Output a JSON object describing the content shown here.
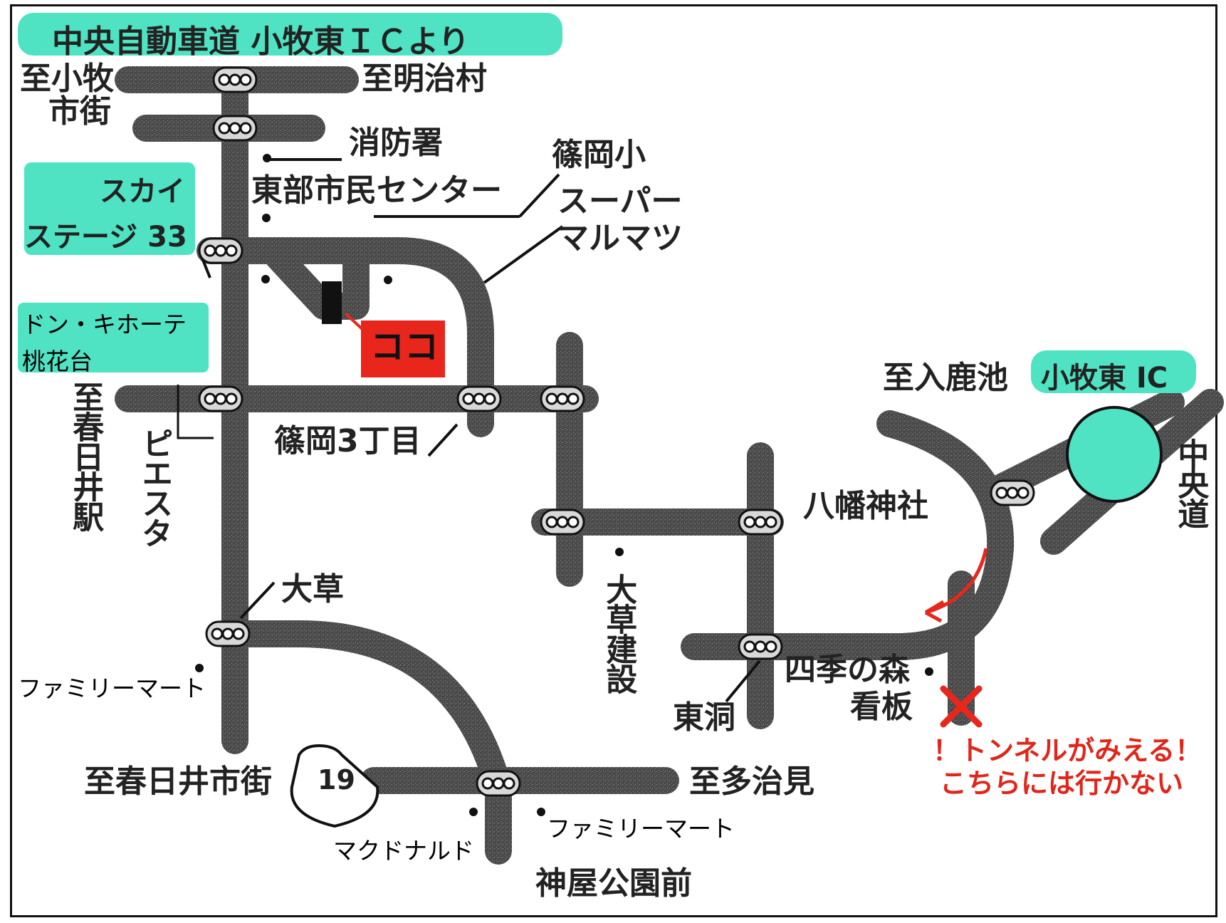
{
  "title": "中央自動車道 小牧東ＩＣより",
  "colors": {
    "accent": "#4fe3c4",
    "marker": "#e8261c",
    "road": "#4a4a4a"
  },
  "markers": {
    "here": "ココ",
    "interchange": "小牧東 IC",
    "route_shield": "19"
  },
  "landmarks": {
    "sky_stage_line1": "スカイ",
    "sky_stage_line2": "ステージ 33",
    "donki_line1": "ドン・キホーテ",
    "donki_line2": "桃花台",
    "shobosho": "消防署",
    "tobu_center": "東部市民センター",
    "shinooka_sho": "篠岡小",
    "super_line1": "スーパー",
    "super_line2": "マルマツ",
    "shinooka3": "篠岡3丁目",
    "piesta": "ピエスタ",
    "hachiman": "八幡神社",
    "okusa_kensetsu": "大草建設",
    "okusa": "大草",
    "familymart_1": "ファミリーマート",
    "familymart_2": "ファミリーマート",
    "mcdonalds": "マクドナルド",
    "kamiya_park": "神屋公園前",
    "shiki_line1": "四季の森",
    "shiki_line2": "看板",
    "higashibora": "東洞"
  },
  "directions": {
    "komaki_city_line1": "至小牧",
    "komaki_city_line2": "市街",
    "meiji_mura": "至明治村",
    "kasugai_station": "至春日井駅",
    "kasugai_city": "至春日井市街",
    "tajimi": "至多治見",
    "iruka_ike": "至入鹿池",
    "chuo_do": "中央道"
  },
  "warning": {
    "line1": "！トンネルがみえる！",
    "line2": "こちらには行かない"
  }
}
